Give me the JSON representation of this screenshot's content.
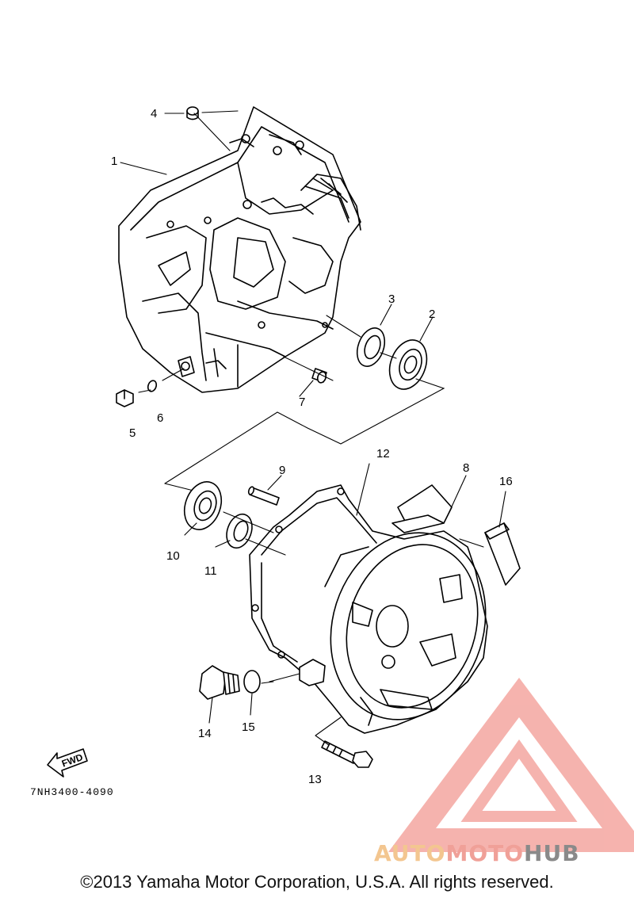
{
  "callouts": {
    "c1": "1",
    "c2": "2",
    "c3": "3",
    "c4": "4",
    "c5": "5",
    "c6": "6",
    "c7": "7",
    "c8": "8",
    "c9": "9",
    "c10": "10",
    "c11": "11",
    "c12": "12",
    "c13": "13",
    "c14": "14",
    "c15": "15",
    "c16": "16"
  },
  "direction_label": "FWD",
  "diagram_code": "7NH3400-4090",
  "watermark": {
    "part1": "AUTO",
    "part2": "MOTO",
    "part3": "HUB",
    "colors": {
      "auto": "#f3c690",
      "moto": "#f0a098",
      "hub": "#8a8a8a",
      "logo": "#f4a6a0"
    }
  },
  "copyright": "©2013 Yamaha Motor Corporation, U.S.A. All rights reserved."
}
